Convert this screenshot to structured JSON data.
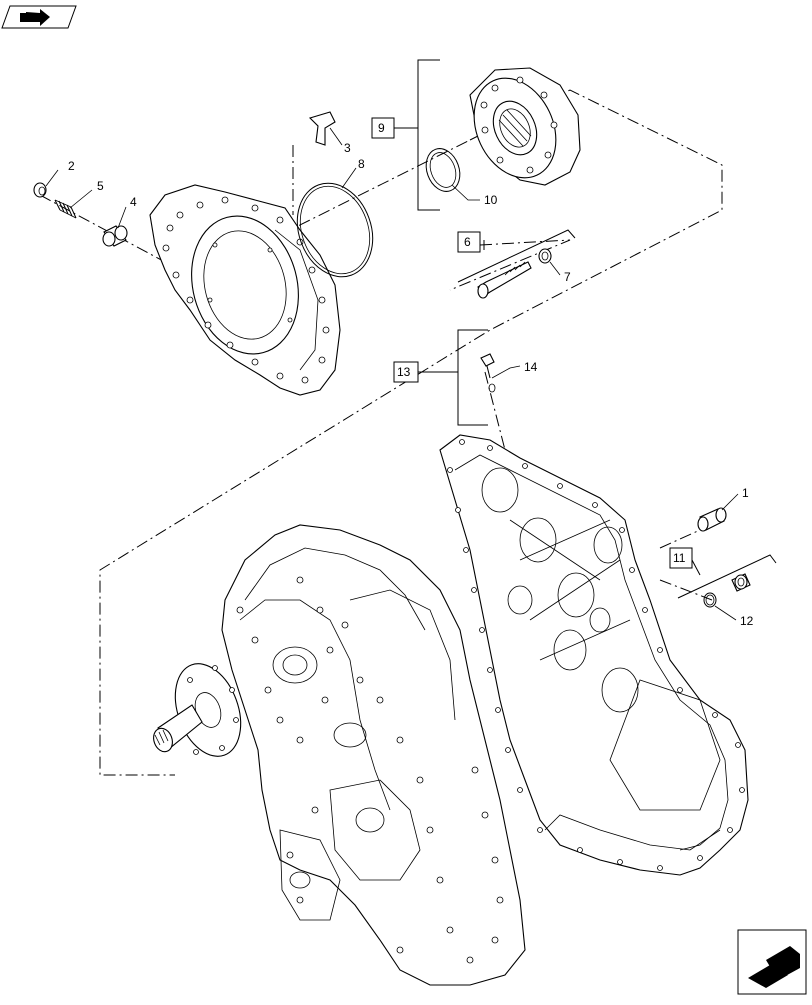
{
  "callouts": {
    "c1": "1",
    "c2": "2",
    "c3": "3",
    "c4": "4",
    "c5": "5",
    "c6": "6",
    "c7": "7",
    "c8": "8",
    "c9": "9",
    "c10": "10",
    "c11": "11",
    "c12": "12",
    "c13": "13",
    "c14": "14"
  },
  "icons": {
    "top_left": "book-arrow-icon",
    "bottom_right": "next-page-arrow-icon"
  }
}
